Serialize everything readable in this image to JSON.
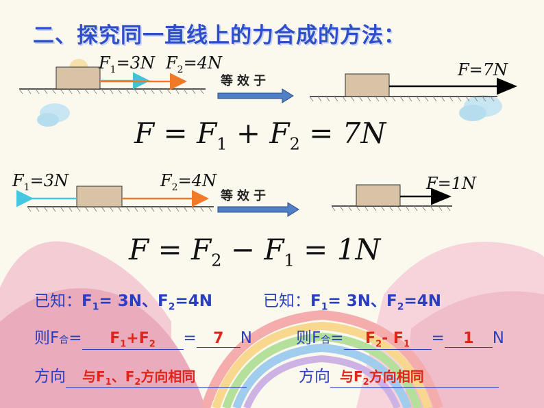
{
  "title": "二、探究同一直线上的力合成的方法：",
  "equiv_label": "等效于",
  "row1": {
    "f1_label": "F1=3N",
    "f1_sub": "1",
    "f1_val": "=3N",
    "f2_sub": "2",
    "f2_val": "=4N",
    "result_label": "F=7N",
    "eq_F": "F",
    "eq_sign1": "=",
    "eq_plus": "+",
    "eq_sign2": "=",
    "eq_result": "7N"
  },
  "row2": {
    "f1_sub": "1",
    "f1_val": "=3N",
    "f2_sub": "2",
    "f2_val": "=4N",
    "result_label": "F=1N",
    "eq_minus": "−",
    "eq_result": "1N"
  },
  "left": {
    "given_prefix": "已知：",
    "given_f1": "F",
    "given_f1_sub": "1",
    "given_f1_val": "= 3N、",
    "given_f2": "F",
    "given_f2_sub": "2",
    "given_f2_val": "=4N",
    "ze": "则F",
    "he": "合",
    "eq": "=",
    "ans_expr_a": "F",
    "ans_expr_a_sub": "1",
    "ans_expr_op": "+F",
    "ans_expr_b_sub": "2",
    "ans_value": "7",
    "unit": "N",
    "dir_prefix": "方向",
    "dir_answer_a": "与F",
    "dir_answer_sub1": "1",
    "dir_answer_b": "、F",
    "dir_answer_sub2": "2",
    "dir_answer_c": "方向相同"
  },
  "right": {
    "given_prefix": "已知：",
    "given_f1": "F",
    "given_f1_sub": "1",
    "given_f1_val": "= 3N、",
    "given_f2": "F",
    "given_f2_sub": "2",
    "given_f2_val": "=4N",
    "ze": "则F",
    "he": "合",
    "eq": "=",
    "ans_expr_a": "F",
    "ans_expr_a_sub": "2",
    "ans_expr_op": "- F",
    "ans_expr_b_sub": "1",
    "ans_value": "1",
    "unit": "N",
    "dir_prefix": "方向",
    "dir_answer_a": "与F",
    "dir_answer_sub1": "2",
    "dir_answer_c": "方向相同"
  },
  "colors": {
    "title": "#2f4fc8",
    "body_text": "#2a3fc0",
    "answer": "#e0251a",
    "block": "#d8c3a6",
    "arrow_f1_row1": "#3fc4d6",
    "arrow_f2": "#f07a28",
    "arrow_f1_row2": "#45c7df",
    "equiv_arrow": "#4f7fc4"
  }
}
